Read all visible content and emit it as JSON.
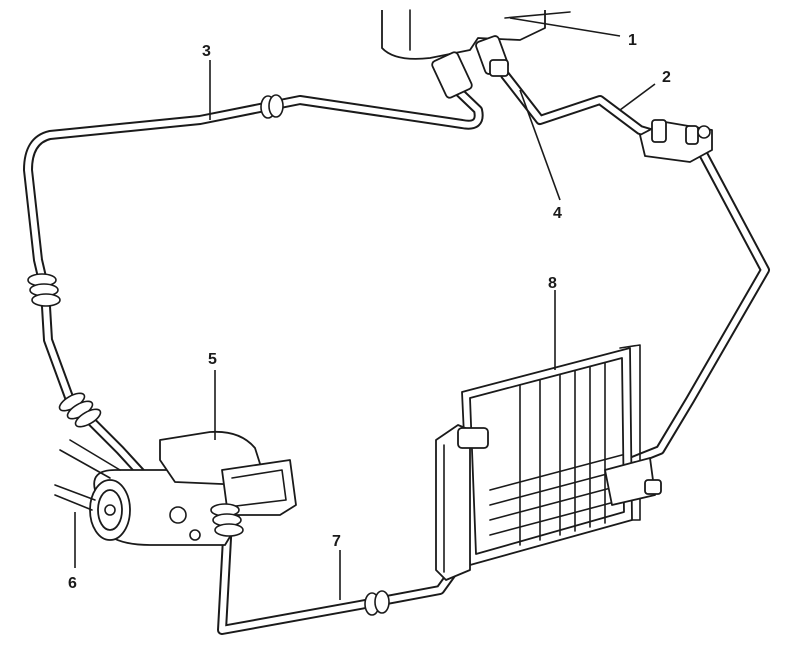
{
  "callouts": [
    {
      "id": "1",
      "text": "1"
    },
    {
      "id": "2",
      "text": "2"
    },
    {
      "id": "3",
      "text": "3"
    },
    {
      "id": "4",
      "text": "4"
    },
    {
      "id": "5",
      "text": "5"
    },
    {
      "id": "6",
      "text": "6"
    },
    {
      "id": "7",
      "text": "7"
    },
    {
      "id": "8",
      "text": "8"
    }
  ],
  "colors": {
    "ink": "#1a1a1a",
    "paper": "#ffffff"
  }
}
